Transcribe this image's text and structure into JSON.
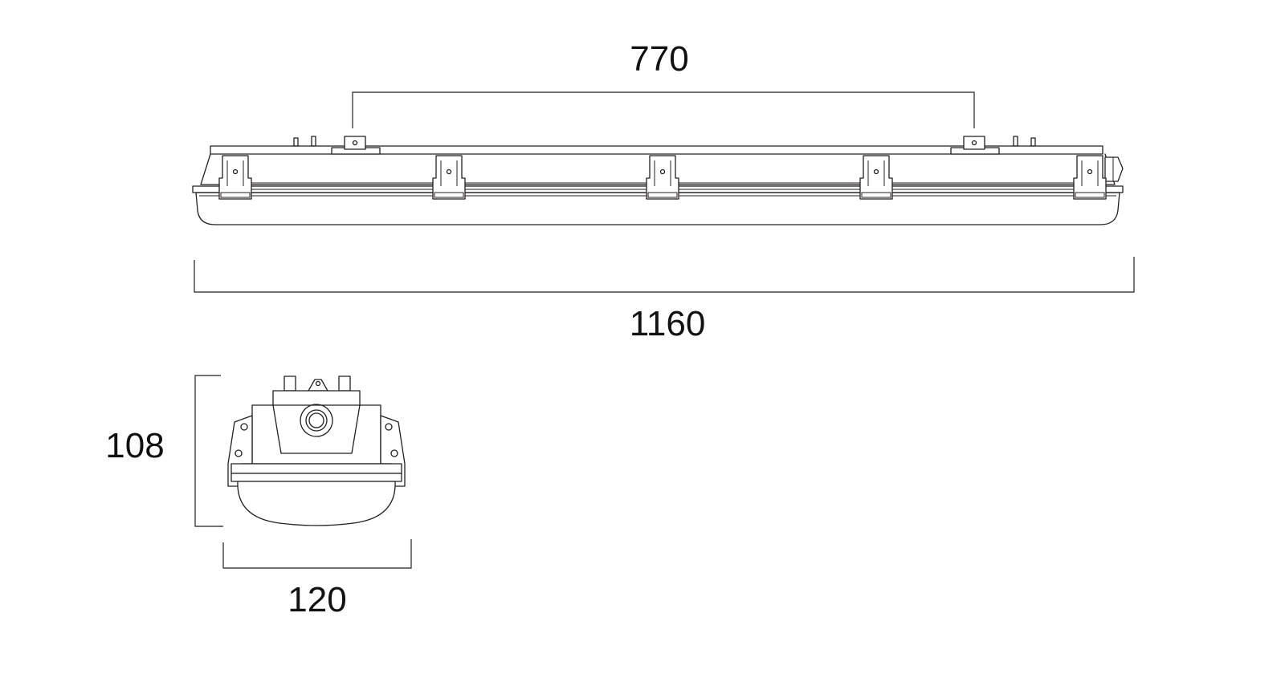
{
  "dimensions": {
    "mounting_distance": "770",
    "overall_length": "1160",
    "height": "108",
    "width": "120"
  },
  "colors": {
    "line": "#231f20",
    "text": "#111111",
    "background": "#ffffff"
  }
}
